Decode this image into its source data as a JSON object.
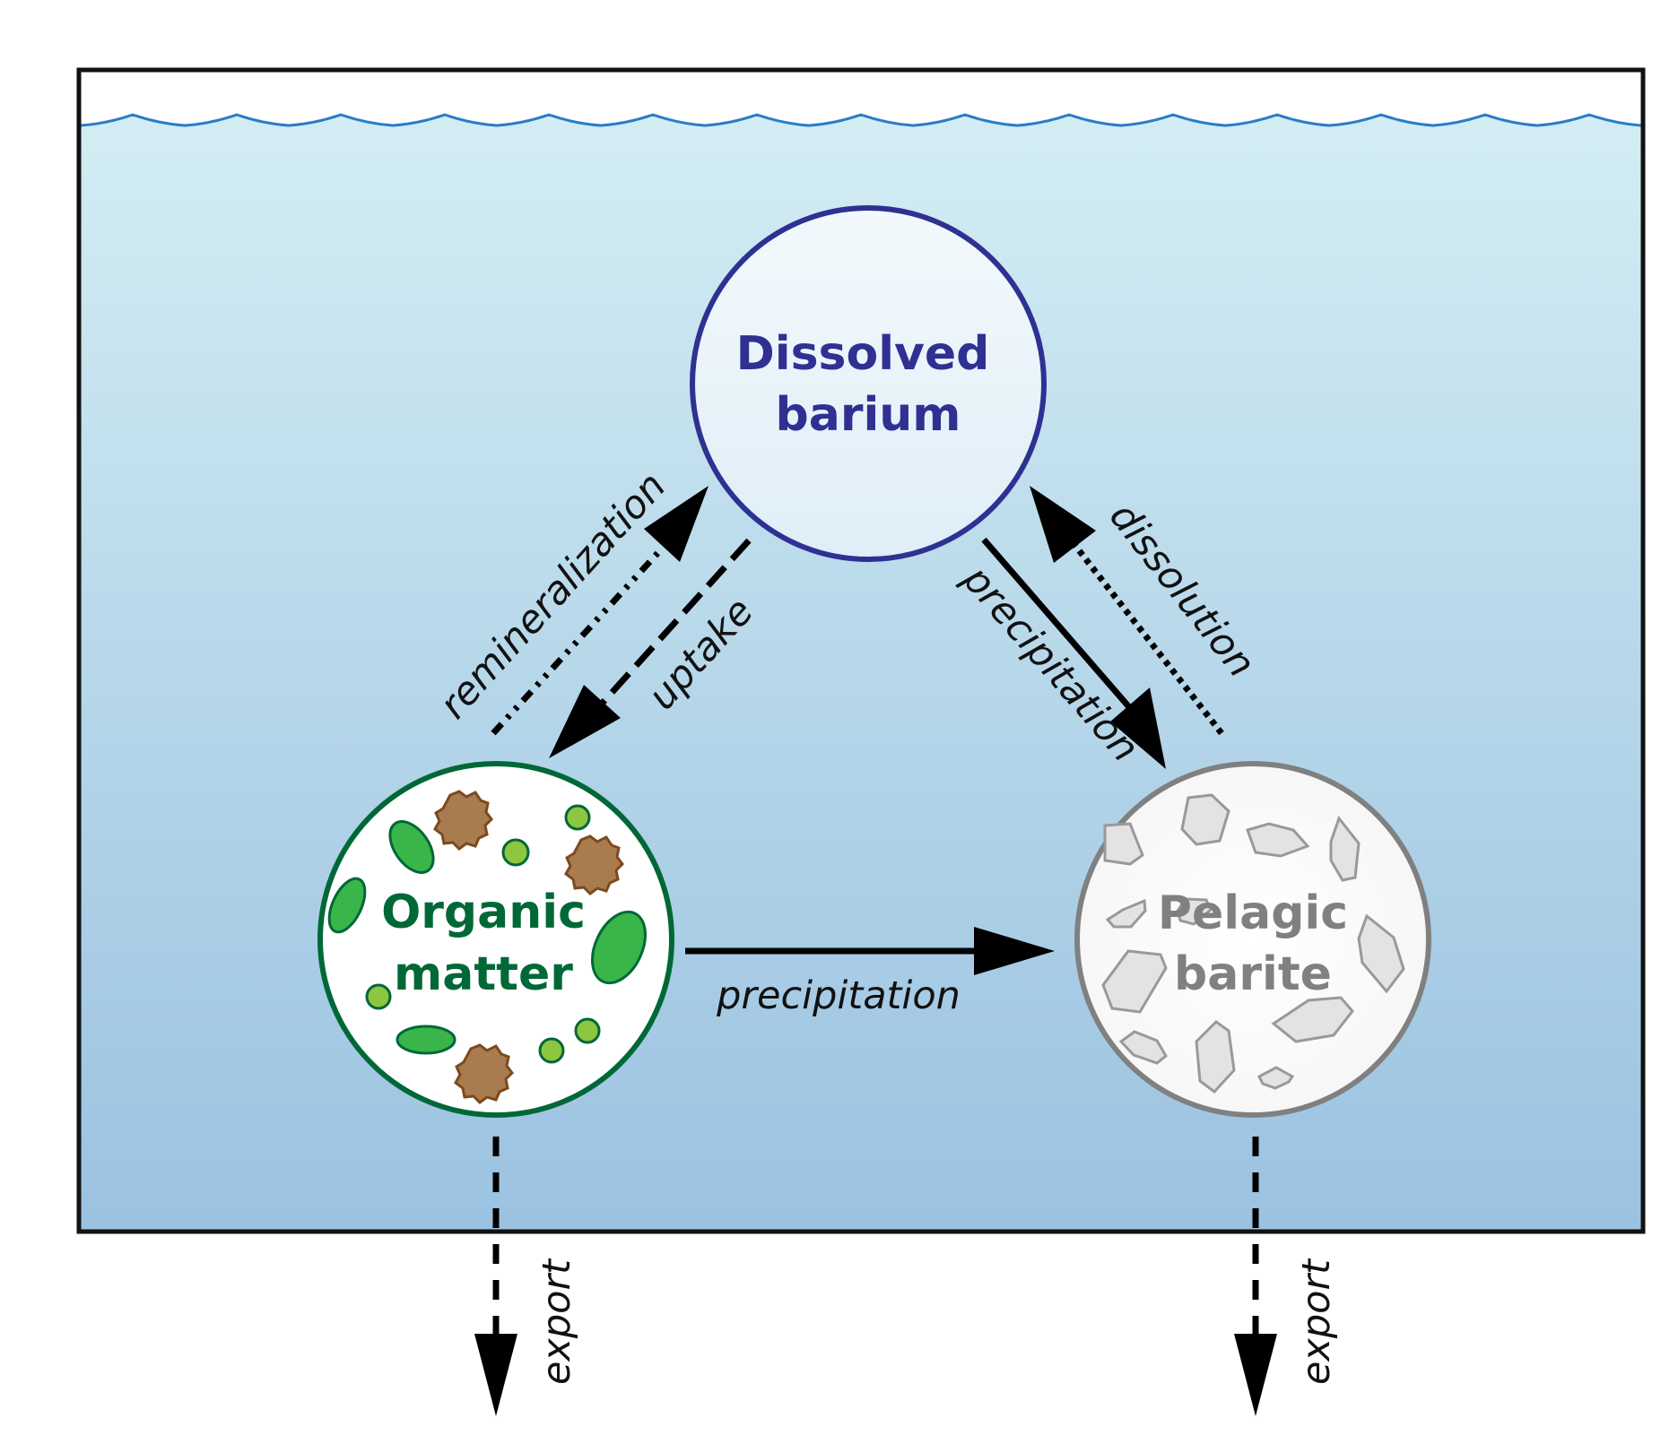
{
  "colors": {
    "water_top": "#d3edf3",
    "water_bottom": "#9bc2e1",
    "wave": "#2a7cc7",
    "dissolved": "#2e3192",
    "organic": "#006837",
    "barite": "#808080",
    "arrow": "#000000",
    "cell_green": "#39b54a",
    "cell_lime": "#8dc63f",
    "detritus": "#a97c50",
    "crystal": "#e3e3e3"
  },
  "nodes": {
    "dissolved_barium": {
      "line1": "Dissolved",
      "line2": "barium"
    },
    "organic_matter": {
      "line1": "Organic",
      "line2": "matter"
    },
    "pelagic_barite": {
      "line1": "Pelagic",
      "line2": "barite"
    }
  },
  "processes": {
    "remineralization": "remineralization",
    "uptake": "uptake",
    "precipitation_diag": "precipitation",
    "dissolution": "dissolution",
    "precipitation_horiz": "precipitation",
    "export_organic": "export",
    "export_barite": "export"
  }
}
